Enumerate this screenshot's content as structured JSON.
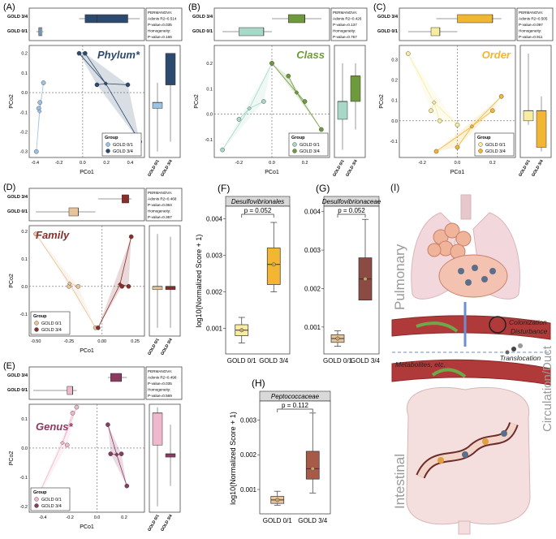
{
  "panels": {
    "A": {
      "label": "(A)",
      "taxon": "Phylum*",
      "taxon_color": "#2c4a6e",
      "stats": {
        "head": "PERMANOVA:",
        "r2": "Adonis R2=0.514",
        "p": "P-value=0.035",
        "homo": "Homogeneity:",
        "hp": "P-value=0.166"
      },
      "top_labels": [
        "GOLD 3/4",
        "GOLD 0/1"
      ],
      "x_ticks": [
        "-0.4",
        "-0.2",
        "0.0",
        "0.2",
        "0.4"
      ],
      "y_ticks": [
        "0.2",
        "0.1",
        "0.0",
        "-0.1",
        "-0.2",
        "-0.3"
      ],
      "xlabel": "PCo1",
      "ylabel": "PCo2",
      "box_labels": [
        "GOLD 0/1",
        "GOLD 3/4"
      ],
      "legend": {
        "title": "Group",
        "items": [
          "GOLD 0/1",
          "GOLD 3/4"
        ]
      }
    },
    "B": {
      "label": "(B)",
      "taxon": "Class",
      "taxon_color": "#6e9a3c",
      "stats": {
        "head": "PERMANOVA:",
        "r2": "Adonis R2=0.426",
        "p": "P-value=0.137",
        "homo": "Homogeneity:",
        "hp": "P-value=0.767"
      },
      "top_labels": [
        "GOLD 3/4",
        "GOLD 0/1"
      ],
      "x_ticks": [
        "-0.2",
        "0.0",
        "0.2"
      ],
      "y_ticks": [
        "0.2",
        "0.1",
        "0.0",
        "-0.1"
      ],
      "xlabel": "PCo1",
      "ylabel": "PCo2",
      "box_labels": [
        "GOLD 0/1",
        "GOLD 3/4"
      ],
      "legend": {
        "title": "Group",
        "items": [
          "GOLD 0/1",
          "GOLD 3/4"
        ]
      }
    },
    "C": {
      "label": "(C)",
      "taxon": "Order",
      "taxon_color": "#f2b632",
      "stats": {
        "head": "PERMANOVA:",
        "r2": "Adonis R2=0.505",
        "p": "P-value=0.097",
        "homo": "Homogeneity:",
        "hp": "P-value=0.911"
      },
      "top_labels": [
        "GOLD 3/4",
        "GOLD 0/1"
      ],
      "x_ticks": [
        "-0.2",
        "0.0",
        "0.2"
      ],
      "y_ticks": [
        "0.3",
        "0.2",
        "0.1",
        "0.0",
        "-0.1"
      ],
      "xlabel": "PCo1",
      "ylabel": "PCo2",
      "box_labels": [
        "GOLD 0/1",
        "GOLD 3/4"
      ],
      "legend": {
        "title": "Group",
        "items": [
          "GOLD 0/1",
          "GOLD 3/4"
        ]
      }
    },
    "D": {
      "label": "(D)",
      "taxon": "Family",
      "taxon_color": "#8b2e2a",
      "stats": {
        "head": "PERMANOVA:",
        "r2": "Adonis R2=0.468",
        "p": "P-value=0.064",
        "homo": "Homogeneity:",
        "hp": "P-value=0.367"
      },
      "top_labels": [
        "GOLD 3/4",
        "GOLD 0/1"
      ],
      "x_ticks": [
        "-0.50",
        "-0.25",
        "0.00",
        "0.25"
      ],
      "y_ticks": [
        "0.2",
        "0.1",
        "0.0",
        "-0.1"
      ],
      "xlabel": "PCo1",
      "ylabel": "PCo2",
      "box_labels": [
        "GOLD 0/1",
        "GOLD 3/4"
      ],
      "legend": {
        "title": "Group",
        "items": [
          "GOLD 0/1",
          "GOLD 3/4"
        ]
      }
    },
    "E": {
      "label": "(E)",
      "taxon": "Genus*",
      "taxon_color": "#8b3a62",
      "stats": {
        "head": "PERMANOVA:",
        "r2": "Adonis R2=0.498",
        "p": "P-value=0.035",
        "homo": "Homogeneity:",
        "hp": "P-value=0.569"
      },
      "top_labels": [
        "GOLD 3/4",
        "GOLD 0/1"
      ],
      "x_ticks": [
        "-0.4",
        "-0.2",
        "0.0",
        "0.2"
      ],
      "y_ticks": [
        "0.1",
        "0.0",
        "-0.1",
        "-0.2"
      ],
      "xlabel": "PCo1",
      "ylabel": "PCo2",
      "box_labels": [
        "GOLD 0/1",
        "GOLD 3/4"
      ],
      "legend": {
        "title": "Group",
        "items": [
          "GOLD 0/1",
          "GOLD 3/4"
        ]
      }
    },
    "F": {
      "label": "(F)",
      "title": "Desulfovibrionales",
      "p": "p = 0.052",
      "ylabel": "log10(Normalized Score + 1)",
      "y_ticks": [
        "0.004",
        "0.003",
        "0.002",
        "0.001"
      ],
      "x_labels": [
        "GOLD 0/1",
        "GOLD 3/4"
      ]
    },
    "G": {
      "label": "(G)",
      "title": "Desulfovibrionaceae",
      "p": "p = 0.052",
      "y_ticks": [
        "0.004",
        "0.003",
        "0.002",
        "0.001"
      ],
      "x_labels": [
        "GOLD 0/1",
        "GOLD 3/4"
      ]
    },
    "H": {
      "label": "(H)",
      "title": "Peptococcaceae",
      "p": "p = 0.112",
      "ylabel": "log10(Normalized Score + 1)",
      "y_ticks": [
        "0.003",
        "0.002",
        "0.001"
      ],
      "x_labels": [
        "GOLD 0/1",
        "GOLD 3/4"
      ]
    },
    "I": {
      "label": "(I)",
      "pulmonary": "Pulmonary",
      "intestinal": "Intestinal",
      "circulation": "Circulation/Duct",
      "colonization": "Colonization",
      "disturbance": "Disturbance",
      "translocation": "Translocation",
      "metabolites": "Metabolites, etc."
    }
  },
  "chart_data": [
    {
      "type": "box",
      "panel": "F",
      "title": "Desulfovibrionales",
      "categories": [
        "GOLD 0/1",
        "GOLD 3/4"
      ],
      "series": [
        {
          "name": "GOLD 0/1",
          "min": 0.0006,
          "q1": 0.0008,
          "median": 0.00095,
          "q3": 0.0011,
          "max": 0.0013
        },
        {
          "name": "GOLD 3/4",
          "min": 0.002,
          "q1": 0.0022,
          "median": 0.00275,
          "q3": 0.0032,
          "max": 0.0039
        }
      ],
      "ylim": [
        0.0003,
        0.0043
      ],
      "annotation": "p = 0.052"
    },
    {
      "type": "box",
      "panel": "G",
      "title": "Desulfovibrionaceae",
      "categories": [
        "GOLD 0/1",
        "GOLD 3/4"
      ],
      "series": [
        {
          "name": "GOLD 0/1",
          "min": 0.0005,
          "q1": 0.0006,
          "median": 0.0007,
          "q3": 0.0008,
          "max": 0.0009
        },
        {
          "name": "GOLD 3/4",
          "min": 0.0017,
          "q1": 0.0017,
          "median": 0.00225,
          "q3": 0.0028,
          "max": 0.0038
        }
      ],
      "ylim": [
        0.0003,
        0.0041
      ],
      "annotation": "p = 0.052"
    },
    {
      "type": "box",
      "panel": "H",
      "title": "Peptococcaceae",
      "categories": [
        "GOLD 0/1",
        "GOLD 3/4"
      ],
      "series": [
        {
          "name": "GOLD 0/1",
          "min": 0.00055,
          "q1": 0.0006,
          "median": 0.0007,
          "q3": 0.0008,
          "max": 0.00095
        },
        {
          "name": "GOLD 3/4",
          "min": 0.0009,
          "q1": 0.0013,
          "median": 0.0016,
          "q3": 0.0021,
          "max": 0.0032
        }
      ],
      "ylim": [
        0.0003,
        0.0035
      ],
      "annotation": "p = 0.112"
    },
    {
      "type": "scatter",
      "panel": "A",
      "xlim": [
        -0.45,
        0.52
      ],
      "ylim": [
        -0.33,
        0.24
      ],
      "series": [
        {
          "name": "GOLD 0/1",
          "x": [
            -0.33,
            -0.36,
            -0.37,
            -0.39
          ],
          "y": [
            0.05,
            -0.05,
            -0.08,
            -0.3
          ]
        },
        {
          "name": "GOLD 3/4",
          "x": [
            -0.03,
            0.02,
            0.12,
            0.38,
            0.48
          ],
          "y": [
            0.2,
            0.2,
            0.04,
            0.04,
            -0.25
          ]
        }
      ]
    },
    {
      "type": "scatter",
      "panel": "B",
      "xlim": [
        -0.35,
        0.35
      ],
      "ylim": [
        -0.17,
        0.27
      ],
      "series": [
        {
          "name": "GOLD 0/1",
          "x": [
            -0.3,
            -0.2,
            -0.05,
            0.0
          ],
          "y": [
            -0.14,
            -0.02,
            0.05,
            0.2
          ]
        },
        {
          "name": "GOLD 3/4",
          "x": [
            0.0,
            0.1,
            0.2,
            0.3
          ],
          "y": [
            0.2,
            0.15,
            0.05,
            -0.06
          ]
        }
      ]
    },
    {
      "type": "scatter",
      "panel": "C",
      "xlim": [
        -0.33,
        0.33
      ],
      "ylim": [
        -0.18,
        0.37
      ],
      "series": [
        {
          "name": "GOLD 0/1",
          "x": [
            -0.28,
            -0.15,
            -0.1,
            0.0
          ],
          "y": [
            0.33,
            0.05,
            0.0,
            -0.02
          ]
        },
        {
          "name": "GOLD 3/4",
          "x": [
            -0.12,
            0.0,
            0.2,
            0.25
          ],
          "y": [
            -0.15,
            -0.13,
            0.05,
            0.12
          ]
        }
      ]
    },
    {
      "type": "scatter",
      "panel": "D",
      "xlim": [
        -0.55,
        0.32
      ],
      "ylim": [
        -0.18,
        0.22
      ],
      "series": [
        {
          "name": "GOLD 0/1",
          "x": [
            -0.5,
            -0.25,
            -0.18,
            -0.05
          ],
          "y": [
            0.19,
            0.0,
            0.0,
            -0.15
          ]
        },
        {
          "name": "GOLD 3/4",
          "x": [
            -0.03,
            0.15,
            0.2,
            0.22
          ],
          "y": [
            -0.15,
            0.0,
            0.0,
            0.18
          ]
        }
      ]
    },
    {
      "type": "scatter",
      "panel": "E",
      "xlim": [
        -0.5,
        0.35
      ],
      "ylim": [
        -0.22,
        0.15
      ],
      "series": [
        {
          "name": "GOLD 0/1",
          "x": [
            -0.47,
            -0.22,
            -0.18,
            -0.15
          ],
          "y": [
            -0.2,
            0.01,
            0.12,
            0.14
          ]
        },
        {
          "name": "GOLD 3/4",
          "x": [
            0.08,
            0.1,
            0.18,
            0.22
          ],
          "y": [
            0.08,
            -0.02,
            -0.02,
            -0.13
          ]
        }
      ]
    }
  ],
  "colors": {
    "A": [
      "#9cc3e4",
      "#2c4a6e"
    ],
    "B": [
      "#a8d8c8",
      "#6e9a3c"
    ],
    "C": [
      "#f8eca0",
      "#f2b632"
    ],
    "D": [
      "#e8c49a",
      "#8b2e2a"
    ],
    "E": [
      "#f0b8cc",
      "#8b3a62"
    ]
  }
}
